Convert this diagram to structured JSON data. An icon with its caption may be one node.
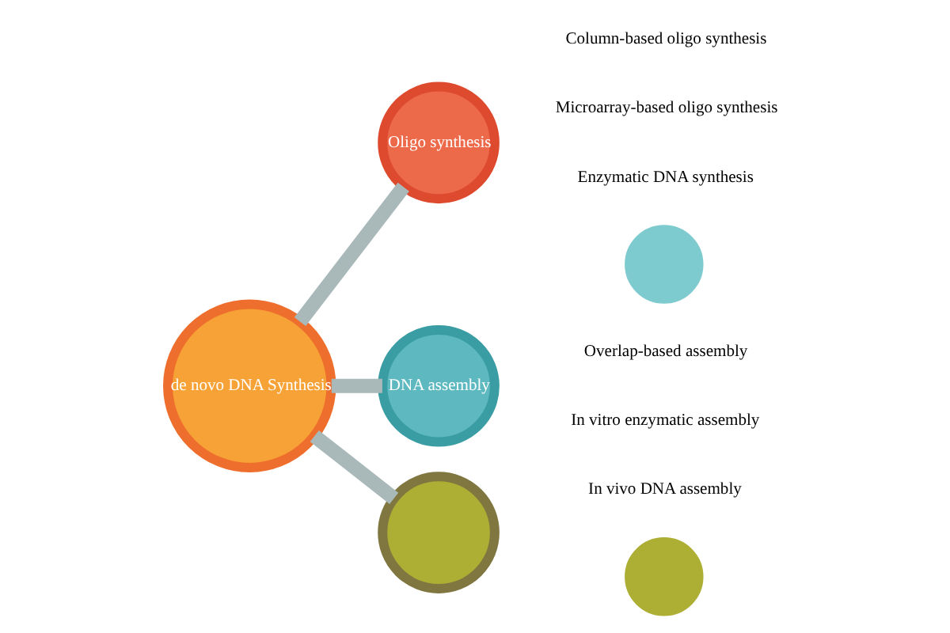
{
  "diagram": {
    "nodes": [
      {
        "text": [
          "de novo DNA Synthesis"
        ]
      },
      {
        "text": [
          "Oligo synthesis"
        ]
      },
      {
        "text": [
          "DNA assembly"
        ]
      },
      {
        "text": [],
        "shape": "circle"
      },
      {
        "text": [],
        "shape": "circle"
      },
      {
        "text": [],
        "shape": "circle"
      }
    ],
    "edges": [
      {
        "from": 0,
        "to": 1,
        "arrow": "none"
      },
      {
        "from": 0,
        "to": 2,
        "arrow": "none"
      },
      {
        "from": 0,
        "to": 3,
        "arrow": "none"
      }
    ],
    "labels": [
      "Column-based oligo synthesis",
      "Microarray-based oligo synthesis",
      "Enzymatic DNA synthesis",
      "Overlap-based assembly",
      "In vitro enzymatic assembly",
      "In vivo DNA assembly"
    ]
  }
}
